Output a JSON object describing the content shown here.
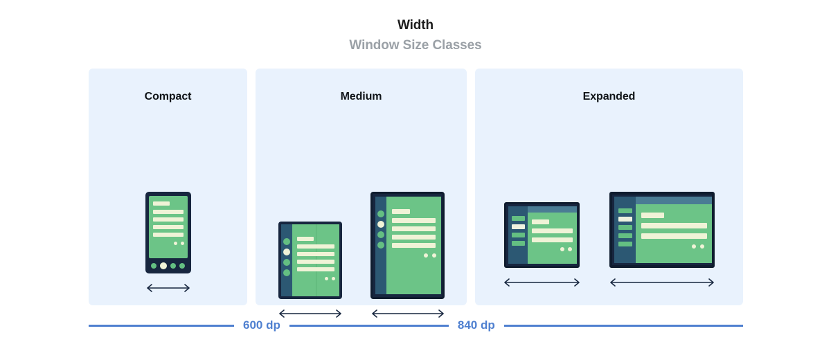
{
  "header": {
    "title": "Width",
    "subtitle": "Window Size Classes"
  },
  "panels": [
    {
      "id": "compact",
      "label": "Compact",
      "devices": [
        {
          "name": "phone",
          "type": "phone",
          "arrow_label": "width-arrow"
        }
      ]
    },
    {
      "id": "medium",
      "label": "Medium",
      "devices": [
        {
          "name": "foldable-tablet",
          "type": "small-tablet",
          "arrow_label": "width-arrow"
        },
        {
          "name": "tablet-portrait",
          "type": "portrait-tablet",
          "arrow_label": "width-arrow"
        }
      ]
    },
    {
      "id": "expanded",
      "label": "Expanded",
      "devices": [
        {
          "name": "small-desktop",
          "type": "small-desktop",
          "arrow_label": "width-arrow"
        },
        {
          "name": "large-desktop",
          "type": "large-desktop",
          "arrow_label": "width-arrow"
        }
      ]
    }
  ],
  "scale": {
    "breakpoints": [
      {
        "label": "600 dp",
        "value": 600,
        "unit": "dp"
      },
      {
        "label": "840 dp",
        "value": 840,
        "unit": "dp"
      }
    ]
  },
  "colors": {
    "panel_background": "#e9f2fd",
    "device_frame": "#17263f",
    "device_frame_dark": "#0f1c2e",
    "screen_green": "#6cc487",
    "content_line": "#f0f3d7",
    "nav_rail": "#2c5873",
    "app_bar": "#4a7c94",
    "scale_blue": "#4f80d0",
    "title_color": "#1c1c1c",
    "subtitle_color": "#9aa0a6",
    "arrow_color": "#17263f"
  }
}
